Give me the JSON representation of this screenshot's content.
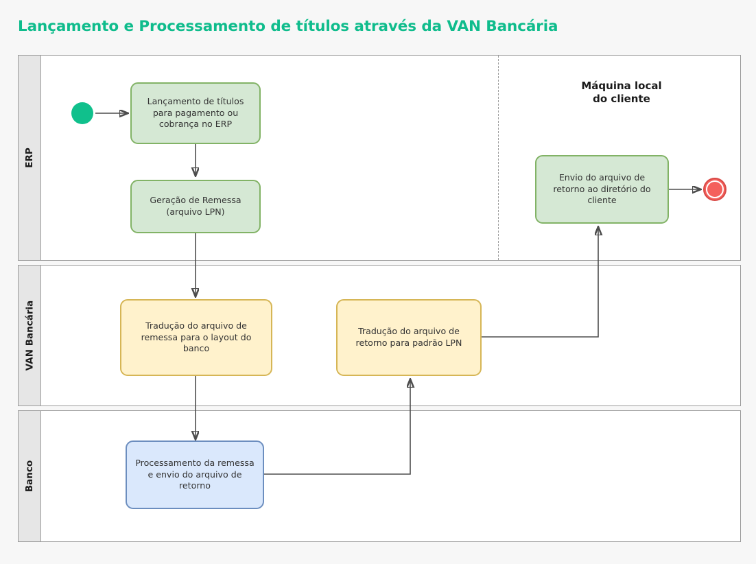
{
  "page": {
    "title": "Lançamento e Processamento de títulos através da VAN Bancária",
    "title_color": "#0fbc8c",
    "background": "#f7f7f7"
  },
  "diagram": {
    "type": "bpmn-swimlane-flowchart",
    "lanes": [
      {
        "id": "erp",
        "label": "ERP"
      },
      {
        "id": "van",
        "label": "VAN Bancária"
      },
      {
        "id": "banco",
        "label": "Banco"
      }
    ],
    "group_labels": [
      {
        "id": "maquina-local",
        "text_line1": "Máquina local",
        "text_line2": "do cliente"
      }
    ],
    "events": [
      {
        "id": "start",
        "kind": "start-event",
        "lane": "erp",
        "color": "#10c08c"
      },
      {
        "id": "end",
        "kind": "end-event",
        "lane": "erp",
        "color": "#f4605c"
      }
    ],
    "tasks": [
      {
        "id": "lancamento-titulos",
        "lane": "erp",
        "style": "green",
        "label": "Lançamento de títulos para pagamento ou cobrança no ERP",
        "fill": "#d5e8d4",
        "stroke": "#82b366"
      },
      {
        "id": "geracao-remessa",
        "lane": "erp",
        "style": "green",
        "label": "Geração de Remessa (arquivo LPN)",
        "fill": "#d5e8d4",
        "stroke": "#82b366"
      },
      {
        "id": "envio-retorno-cliente",
        "lane": "erp",
        "style": "green",
        "label": "Envio do arquivo de retorno ao diretório do cliente",
        "fill": "#d5e8d4",
        "stroke": "#82b366"
      },
      {
        "id": "traducao-remessa",
        "lane": "van",
        "style": "yellow",
        "label": "Tradução do arquivo de remessa para o layout do banco",
        "fill": "#fff2cc",
        "stroke": "#d6b656"
      },
      {
        "id": "traducao-retorno",
        "lane": "van",
        "style": "yellow",
        "label": "Tradução do arquivo de retorno para padrão LPN",
        "fill": "#fff2cc",
        "stroke": "#d6b656"
      },
      {
        "id": "processamento-remessa",
        "lane": "banco",
        "style": "blue",
        "label": "Processamento da remessa e envio do arquivo de retorno",
        "fill": "#dae8fc",
        "stroke": "#6c8ebf"
      }
    ],
    "flows": [
      {
        "from": "start",
        "to": "lancamento-titulos"
      },
      {
        "from": "lancamento-titulos",
        "to": "geracao-remessa"
      },
      {
        "from": "geracao-remessa",
        "to": "traducao-remessa"
      },
      {
        "from": "traducao-remessa",
        "to": "processamento-remessa"
      },
      {
        "from": "processamento-remessa",
        "to": "traducao-retorno"
      },
      {
        "from": "traducao-retorno",
        "to": "envio-retorno-cliente"
      },
      {
        "from": "envio-retorno-cliente",
        "to": "end"
      }
    ]
  }
}
